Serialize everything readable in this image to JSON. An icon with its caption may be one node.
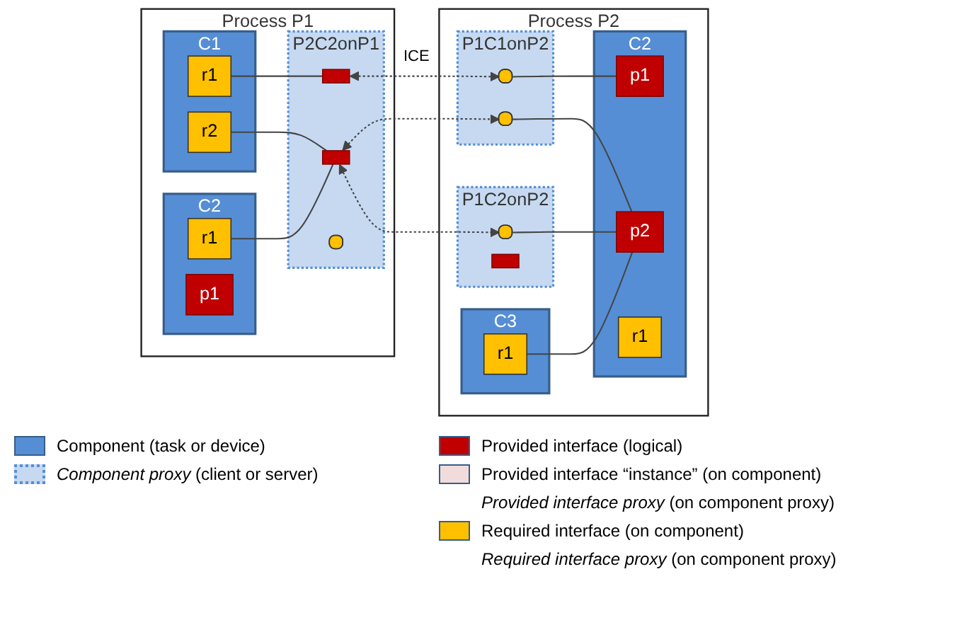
{
  "diagram": {
    "nodes": [
      {
        "text": [
          "Process P1"
        ]
      },
      {
        "text": [
          "C1"
        ],
        "in": 0
      },
      {
        "text": [
          "r1"
        ],
        "in": 1
      },
      {
        "text": [
          "r2"
        ],
        "in": 1
      },
      {
        "text": [
          "C2"
        ],
        "in": 0
      },
      {
        "text": [
          "r1"
        ],
        "in": 4
      },
      {
        "text": [
          "p1"
        ],
        "in": 4
      },
      {
        "text": [
          "P2C2onP1"
        ],
        "in": 0
      },
      {
        "text": [],
        "shape": "bar",
        "in": 7
      },
      {
        "text": [],
        "shape": "bar",
        "in": 7
      },
      {
        "text": [],
        "shape": "box",
        "in": 7
      },
      {
        "text": [
          "Process P2"
        ]
      },
      {
        "text": [
          "P1C1onP2"
        ],
        "in": 11
      },
      {
        "text": [],
        "shape": "box",
        "in": 12
      },
      {
        "text": [],
        "shape": "box",
        "in": 12
      },
      {
        "text": [
          "P1C2onP2"
        ],
        "in": 11
      },
      {
        "text": [],
        "shape": "box",
        "in": 15
      },
      {
        "text": [],
        "shape": "bar",
        "in": 15
      },
      {
        "text": [
          "C2"
        ],
        "in": 11
      },
      {
        "text": [
          "p1"
        ],
        "in": 18
      },
      {
        "text": [
          "p2"
        ],
        "in": 18
      },
      {
        "text": [
          "r1"
        ],
        "in": 18
      },
      {
        "text": [
          "C3"
        ],
        "in": 11
      },
      {
        "text": [
          "r1"
        ],
        "in": 22
      }
    ],
    "edges": [
      {
        "from": 2,
        "to": 8,
        "arrow": "none"
      },
      {
        "from": 3,
        "to": 9,
        "arrow": "none"
      },
      {
        "from": 5,
        "to": 9,
        "arrow": "none"
      },
      {
        "from": 8,
        "to": 13,
        "arrow": "both",
        "style": "dashed"
      },
      {
        "from": 9,
        "to": 14,
        "arrow": "both",
        "style": "dashed"
      },
      {
        "from": 9,
        "to": 16,
        "arrow": "both",
        "style": "dashed"
      },
      {
        "from": 13,
        "to": 19,
        "arrow": "none"
      },
      {
        "from": 14,
        "to": 20,
        "arrow": "none"
      },
      {
        "from": 16,
        "to": 20,
        "arrow": "none"
      },
      {
        "from": 23,
        "to": 20,
        "arrow": "none"
      }
    ],
    "labels": [
      "ICE"
    ],
    "legend": [
      {
        "text": "Component (task or device)",
        "color": "#558ed5"
      },
      {
        "text": "*Component proxy* (client or server)"
      },
      {
        "text": "Provided interface (logical)",
        "color": "#c00000"
      },
      {
        "text": "Provided interface “instance” (on component)",
        "color": "#f2dcdb"
      },
      {
        "text": "*Provided interface proxy* (on component proxy)"
      },
      {
        "text": "Required interface (on component)",
        "color": "#ffc000"
      },
      {
        "text": "*Required interface proxy* (on component proxy)"
      }
    ]
  }
}
